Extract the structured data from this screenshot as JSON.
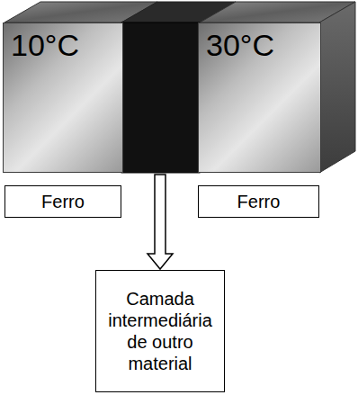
{
  "diagram": {
    "nodes": [
      {
        "text": [
          "10°C"
        ]
      },
      {
        "text": [
          "30°C"
        ]
      },
      {
        "text": [
          "Ferro"
        ]
      },
      {
        "text": [
          "Ferro"
        ]
      },
      {
        "text": [
          "Camada intermediária de outro material"
        ]
      }
    ]
  }
}
